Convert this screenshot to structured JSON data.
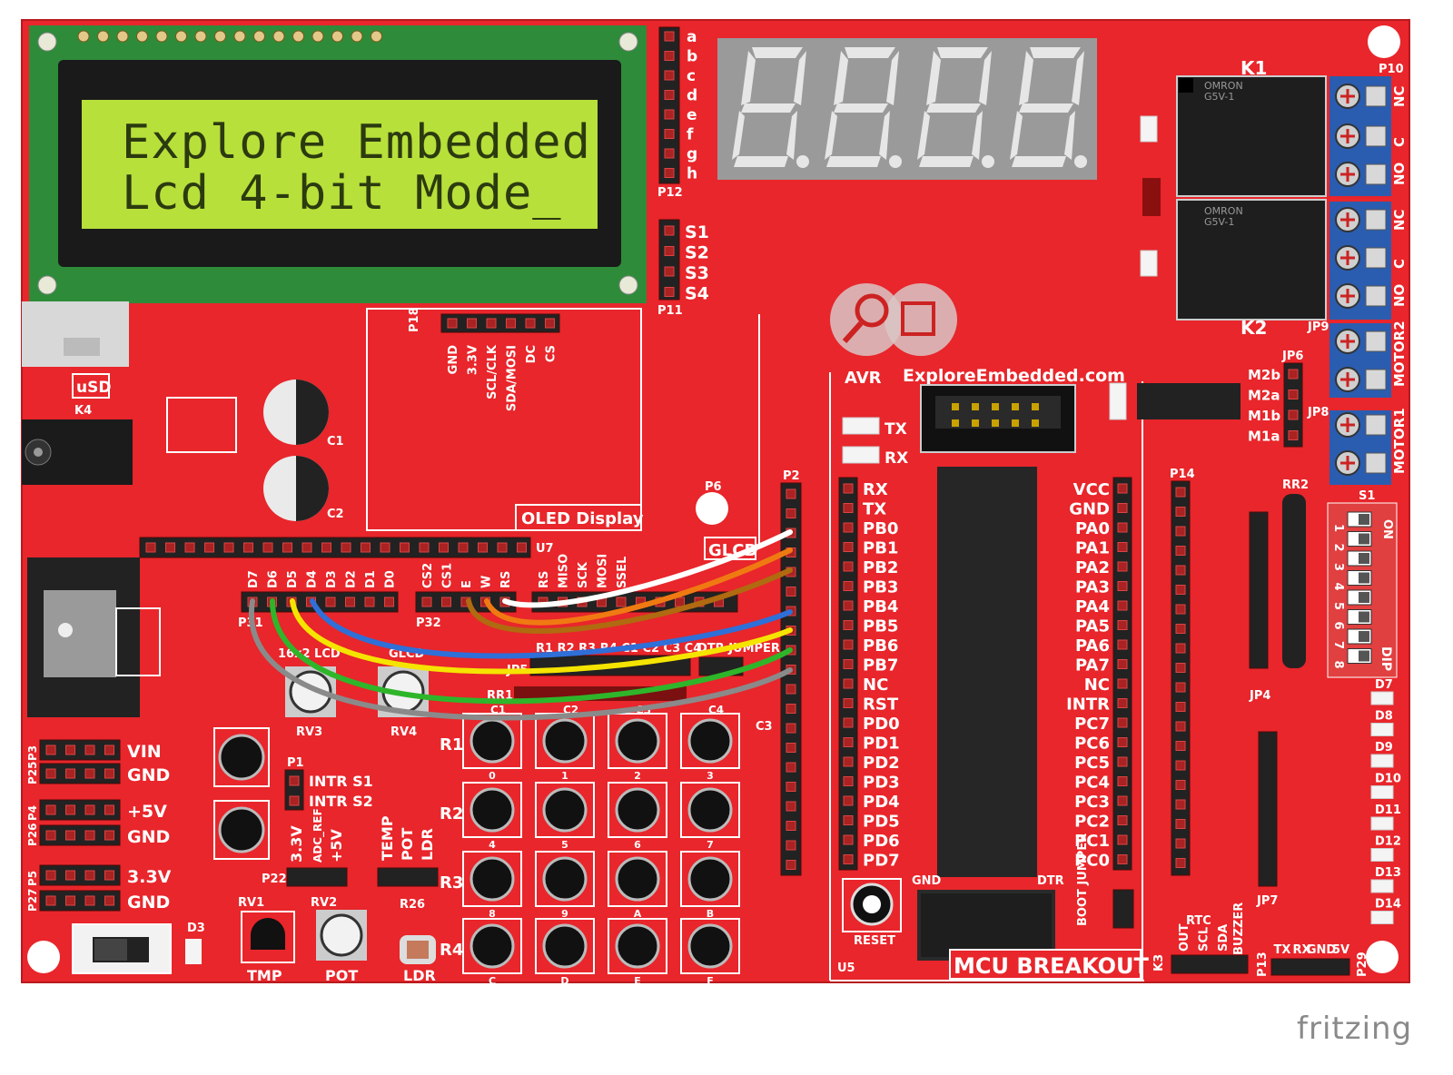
{
  "colors": {
    "board": "#e8262b",
    "pcb_green": "#2e8b3a",
    "lcd_screen": "#b7e03a",
    "segment_off": "#cfcfcf",
    "relay": "#1e1e1e",
    "terminal_blue": "#2a5db0",
    "wire_white": "#ffffff",
    "wire_orange": "#f07a12",
    "wire_brown": "#b06a10",
    "wire_blue": "#2f6fd8",
    "wire_yellow": "#f5e400",
    "wire_green": "#2fb52a",
    "wire_gray": "#8a8a8a"
  },
  "lcd": {
    "line1": "Explore Embedded",
    "line2": "Lcd 4-bit Mode_"
  },
  "segment_labels": [
    "a",
    "b",
    "c",
    "d",
    "e",
    "f",
    "g",
    "h"
  ],
  "p12": "P12",
  "switch_pins": [
    "S1",
    "S2",
    "S3",
    "S4"
  ],
  "p11": "P11",
  "k1": "K1",
  "k2": "K2",
  "relay_brand": "OMRON",
  "relay_model": "G5V-1",
  "p10": "P10",
  "relay_contacts": [
    "NC",
    "C",
    "NO",
    "NC",
    "C",
    "NO"
  ],
  "jp9": "JP9",
  "motor2": "MOTOR2",
  "motor1": "MOTOR1",
  "jp6": "JP6",
  "jp8": "JP8",
  "motor_pins": [
    "M2b",
    "M2a",
    "M1b",
    "M1a"
  ],
  "usd": "uSD",
  "k4": "K4",
  "c1": "C1",
  "c2": "C2",
  "p18": "P18",
  "oled_pins": [
    "GND",
    "3.3V",
    "SCL/CLK",
    "SDA/MOSI",
    "DC",
    "CS"
  ],
  "oled": "OLED Display",
  "p6": "P6",
  "p2": "P2",
  "u7": "U7",
  "glcd": "GLCD",
  "avr": "AVR",
  "site": "ExploreEmbedded.com",
  "tx": "TX",
  "rx": "RX",
  "left_pins": [
    "RX",
    "TX",
    "PB0",
    "PB1",
    "PB2",
    "PB3",
    "PB4",
    "PB5",
    "PB6",
    "PB7",
    "NC",
    "RST",
    "PD0",
    "PD1",
    "PD2",
    "PD3",
    "PD4",
    "PD5",
    "PD6",
    "PD7"
  ],
  "right_pins": [
    "VCC",
    "GND",
    "PA0",
    "PA1",
    "PA2",
    "PA3",
    "PA4",
    "PA5",
    "PA6",
    "PA7",
    "NC",
    "INTR",
    "PC7",
    "PC6",
    "PC5",
    "PC4",
    "PC3",
    "PC2",
    "PC1",
    "PC0"
  ],
  "lcd_data_pins": [
    "D7",
    "D6",
    "D5",
    "D4",
    "D3",
    "D2",
    "D1",
    "D0"
  ],
  "lcd_ctrl_pins": [
    "CS2",
    "CS1",
    "E",
    "W",
    "RS"
  ],
  "spi_pins": [
    "RS",
    "MISO",
    "SCK",
    "MOSI",
    "SSEL"
  ],
  "p31": "P31",
  "p32": "P32",
  "lcd_16x2": "16x2 LCD",
  "glcd_small": "GLCD",
  "rv3": "RV3",
  "rv4": "RV4",
  "rr1": "RR1",
  "jp5": "JP5",
  "resistor_labels": "R1 R2 R3 R4 C1 C2 C3 C4",
  "dtr_jumper": "DTR JUMPER",
  "c3": "C3",
  "keypad_rows": [
    "R1",
    "R2",
    "R3",
    "R4"
  ],
  "keypad_cols": [
    "C1",
    "C2",
    "C3",
    "C4"
  ],
  "keys": [
    "0",
    "1",
    "2",
    "3",
    "4",
    "5",
    "6",
    "7",
    "8",
    "9",
    "A",
    "B",
    "C",
    "D",
    "E",
    "F"
  ],
  "p1": "P1",
  "intr_pins": [
    "INTR S1",
    "INTR S2"
  ],
  "power_rows": [
    {
      "p": "P3",
      "label": "VIN"
    },
    {
      "p": "P25",
      "label": "GND"
    },
    {
      "p": "P4",
      "label": "+5V"
    },
    {
      "p": "P26",
      "label": "GND"
    },
    {
      "p": "P5",
      "label": "3.3V"
    },
    {
      "p": "P27",
      "label": "GND"
    }
  ],
  "p22_labels": [
    "3.3V",
    "ADC_REF",
    "+5V"
  ],
  "p22": "P22",
  "sensor_labels": [
    "TEMP",
    "POT",
    "LDR"
  ],
  "rv1": "RV1",
  "rv2": "RV2",
  "r26": "R26",
  "tmp": "TMP",
  "pot": "POT",
  "ldr": "LDR",
  "d3": "D3",
  "reset": "RESET",
  "u5": "U5",
  "gnd": "GND",
  "dtr": "DTR",
  "boot_jumper": "BOOT JUMPER",
  "mcu_breakout": "MCU BREAKOUT",
  "p14": "P14",
  "jp4": "JP4",
  "jp7": "JP7",
  "rr2": "RR2",
  "dip_s1": "S1",
  "on": "ON",
  "dip": "DIP",
  "dip_numbers": [
    "1",
    "2",
    "3",
    "4",
    "5",
    "6",
    "7",
    "8"
  ],
  "leds": [
    "D7",
    "D8",
    "D9",
    "D10",
    "D11",
    "D12",
    "D13",
    "D14"
  ],
  "k3": "K3",
  "rtc": "RTC",
  "rtc_pins": [
    "OUT",
    "SCL",
    "SDA"
  ],
  "buzzer": "BUZZER",
  "p13": "P13",
  "uart_pins": [
    "TX",
    "RX",
    "GND",
    "5V"
  ],
  "p29": "P29",
  "watermark": "fritzing"
}
